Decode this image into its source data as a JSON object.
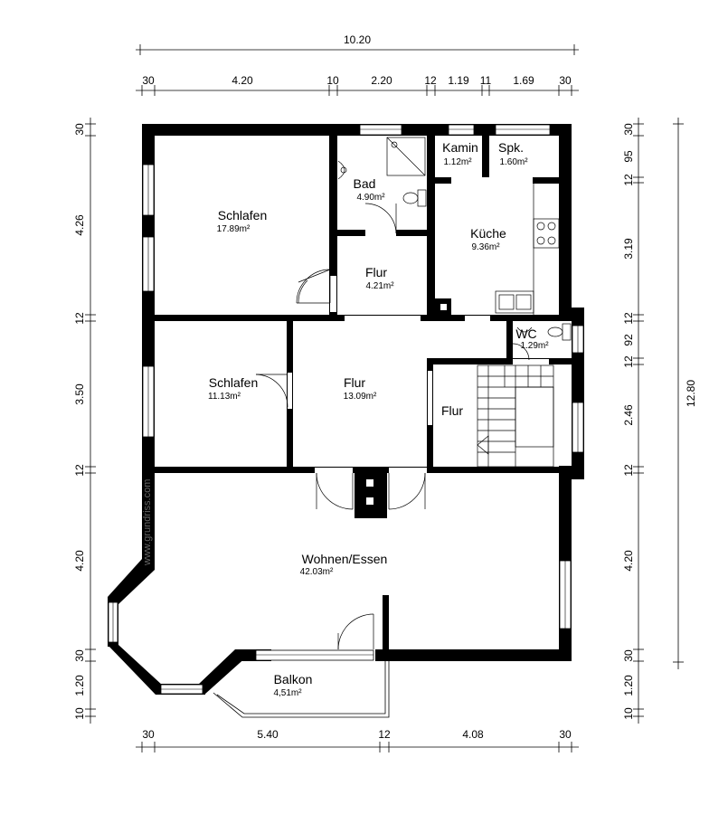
{
  "dimensions": {
    "top_total": "10.20",
    "top": [
      "30",
      "4.20",
      "10",
      "2.20",
      "12",
      "1.19",
      "11",
      "1.69",
      "30"
    ],
    "bottom": [
      "30",
      "5.40",
      "12",
      "4.08",
      "30"
    ],
    "left": [
      "30",
      "4.26",
      "12",
      "3.50",
      "12",
      "4.20",
      "30",
      "1.20",
      "10"
    ],
    "right": [
      "30",
      "95",
      "12",
      "3.19",
      "12",
      "92",
      "12",
      "2.46",
      "12",
      "4.20",
      "30",
      "1.20",
      "10"
    ],
    "right_total": "12.80"
  },
  "rooms": [
    {
      "name": "Schlafen",
      "area": "17.89m²"
    },
    {
      "name": "Bad",
      "area": "4.90m²"
    },
    {
      "name": "Kamin",
      "area": "1.12m²"
    },
    {
      "name": "Spk.",
      "area": "1.60m²"
    },
    {
      "name": "Küche",
      "area": "9.36m²"
    },
    {
      "name": "Flur",
      "area": "4.21m²"
    },
    {
      "name": "WC",
      "area": "1.29m²"
    },
    {
      "name": "Schlafen",
      "area": "11.13m²"
    },
    {
      "name": "Flur",
      "area": "13.09m²"
    },
    {
      "name": "Flur",
      "area": ""
    },
    {
      "name": "Wohnen/Essen",
      "area": "42.03m²"
    },
    {
      "name": "Balkon",
      "area": "4,51m²"
    }
  ],
  "watermark": "www.grundriss.com"
}
